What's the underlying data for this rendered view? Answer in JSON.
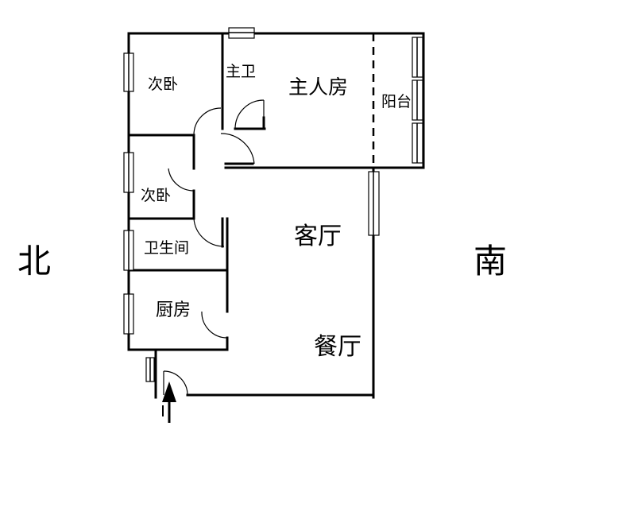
{
  "compass": {
    "north": "北",
    "south": "南"
  },
  "rooms": {
    "bedroom_top": "次卧",
    "master_bath": "主卫",
    "master_bedroom": "主人房",
    "balcony": "阳台",
    "bedroom_mid": "次卧",
    "bathroom": "卫生间",
    "kitchen": "厨房",
    "living_room": "客厅",
    "dining_room": "餐厅"
  },
  "colors": {
    "wall": "#000000",
    "background": "#ffffff"
  }
}
